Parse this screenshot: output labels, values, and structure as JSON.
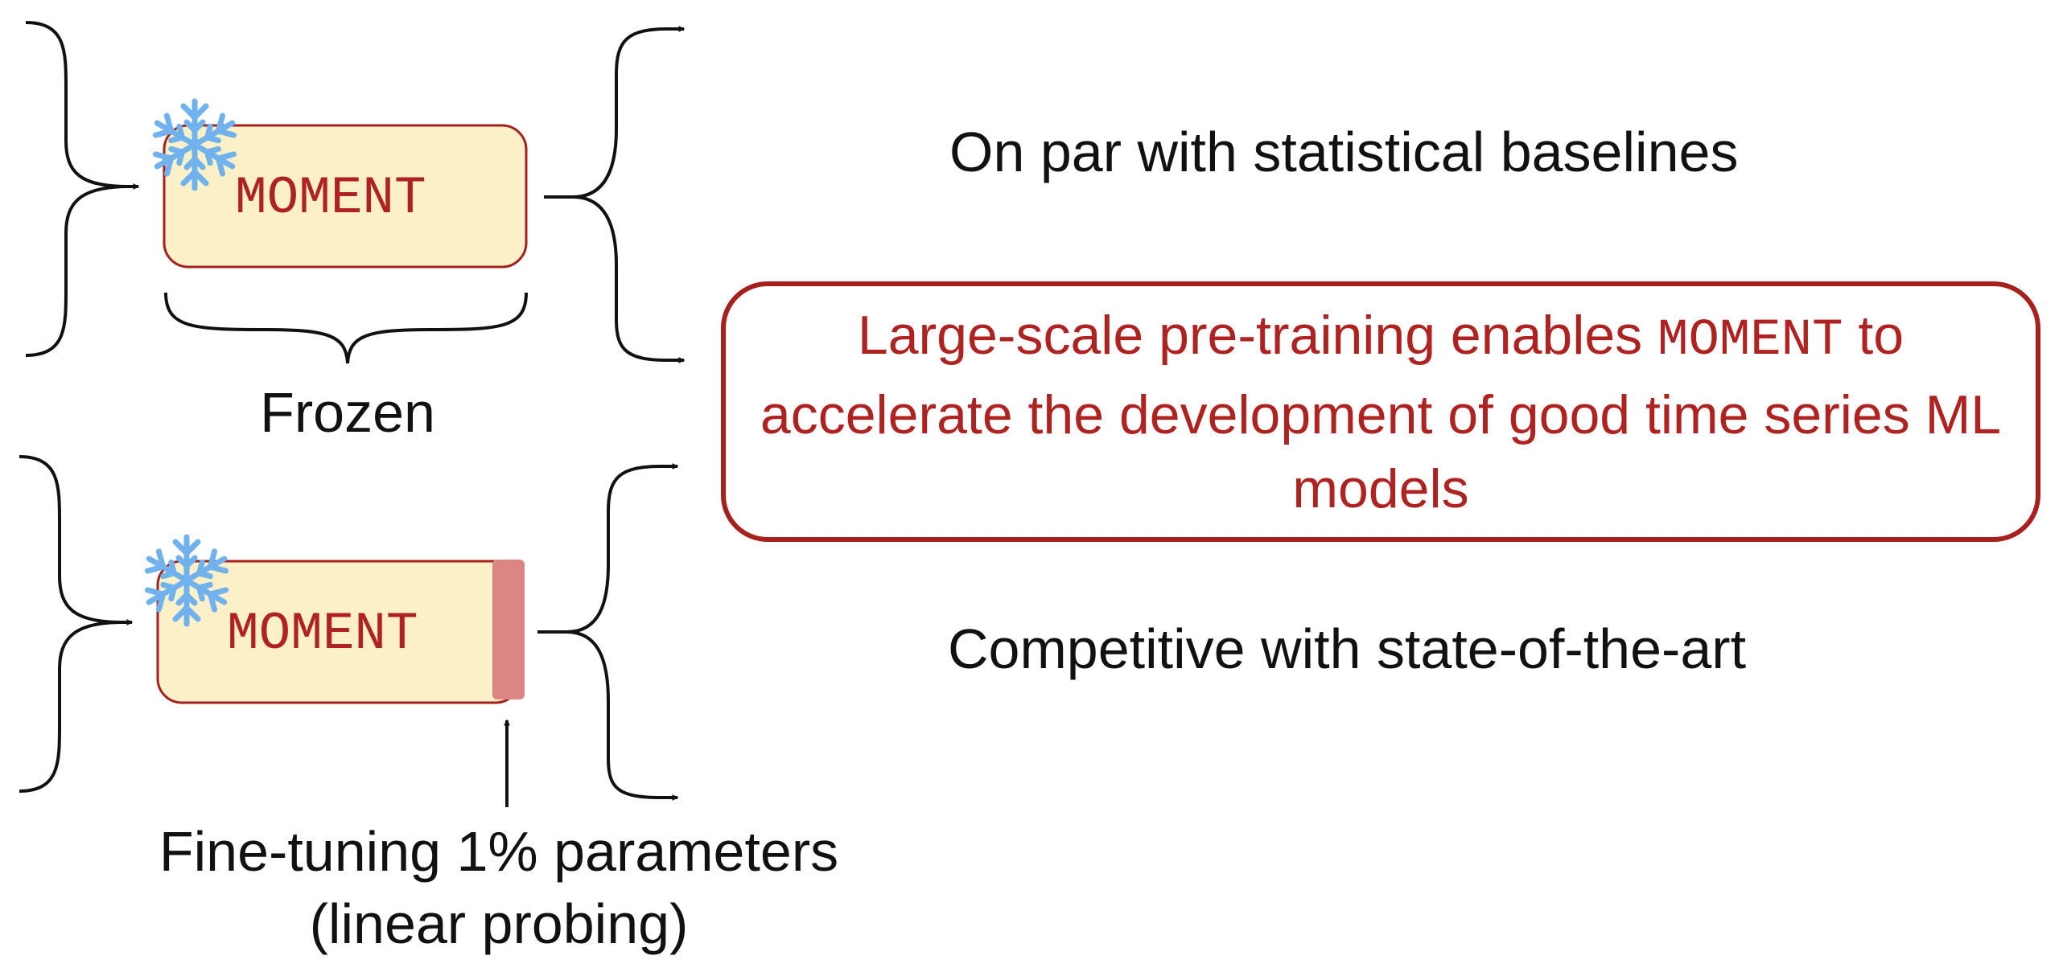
{
  "modules": {
    "frozen": {
      "model_name": "MOMENT",
      "caption": "Frozen"
    },
    "probing": {
      "model_name": "MOMENT",
      "caption_line1": "Fine-tuning 1% parameters",
      "caption_line2": "(linear probing)"
    }
  },
  "results": {
    "frozen_result": "On par with statistical baselines",
    "probing_result": "Competitive with state-of-the-art"
  },
  "takeaway": {
    "part1": "Large-scale pre-training enables",
    "model_name": "MOMENT",
    "part2": "to accelerate the development of good time series ML models"
  },
  "colors": {
    "accent_red": "#b0221f",
    "box_fill": "#fcf0c8",
    "box_border": "#a8201c",
    "probe_layer": "#db8585",
    "snowflake": "#6fb2ee",
    "ink": "#111111"
  },
  "icons": {
    "frozen_marker": "snowflake-icon"
  }
}
